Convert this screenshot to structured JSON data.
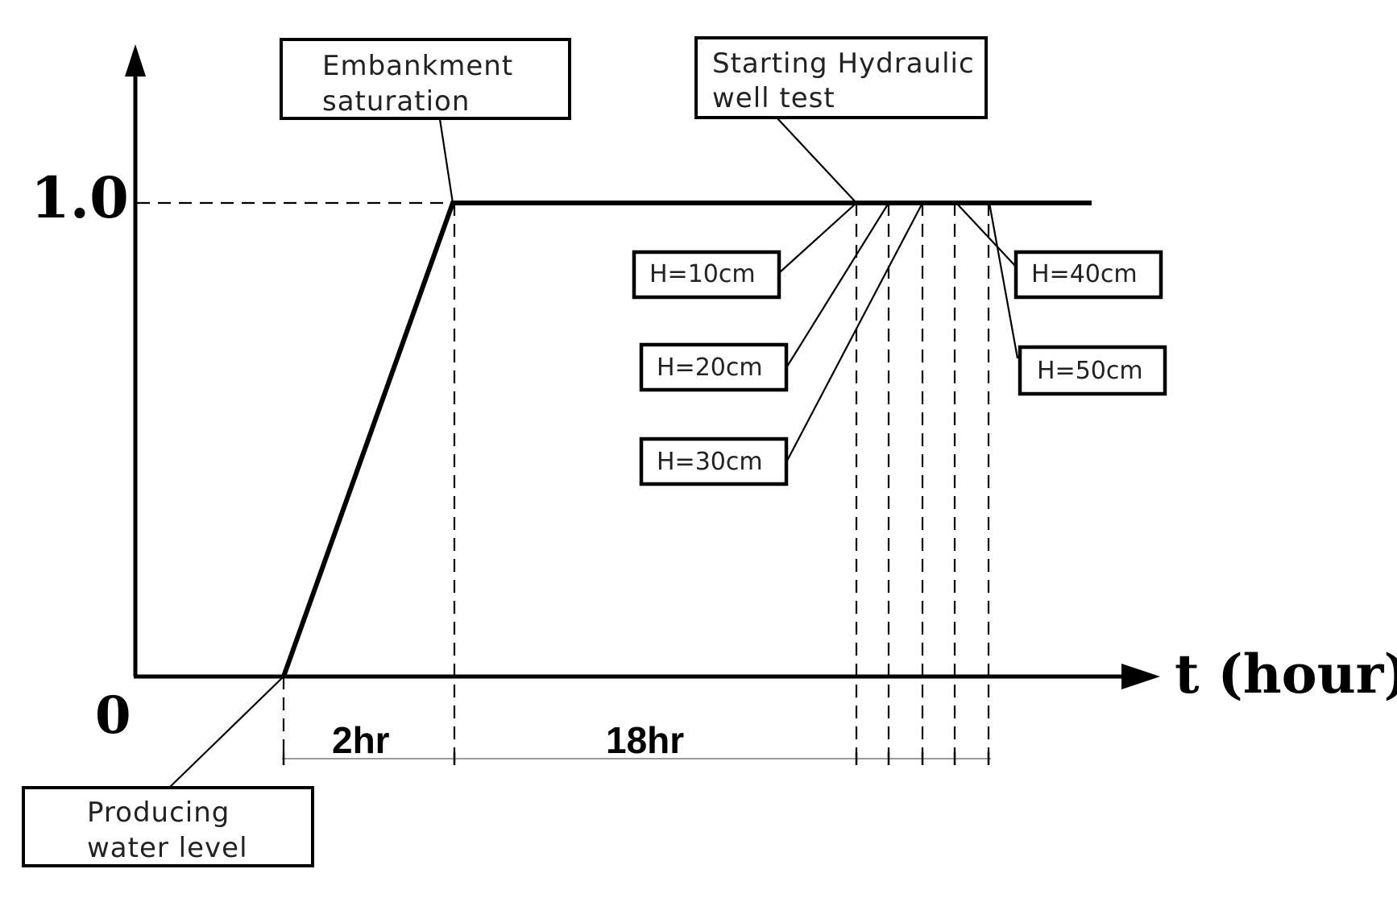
{
  "axes": {
    "x_label": "t (hour)",
    "y_top_label": "1.0",
    "origin_label": "0"
  },
  "annotations": {
    "embankment": [
      "Embankment",
      "saturation"
    ],
    "hydraulic": [
      "Starting Hydraulic",
      "well test"
    ],
    "producing": [
      "Producing",
      "water level"
    ]
  },
  "intervals": {
    "fill": "2hr",
    "hold": "18hr"
  },
  "heads": {
    "h10": "H=10cm",
    "h20": "H=20cm",
    "h30": "H=30cm",
    "h40": "H=40cm",
    "h50": "H=50cm"
  }
}
